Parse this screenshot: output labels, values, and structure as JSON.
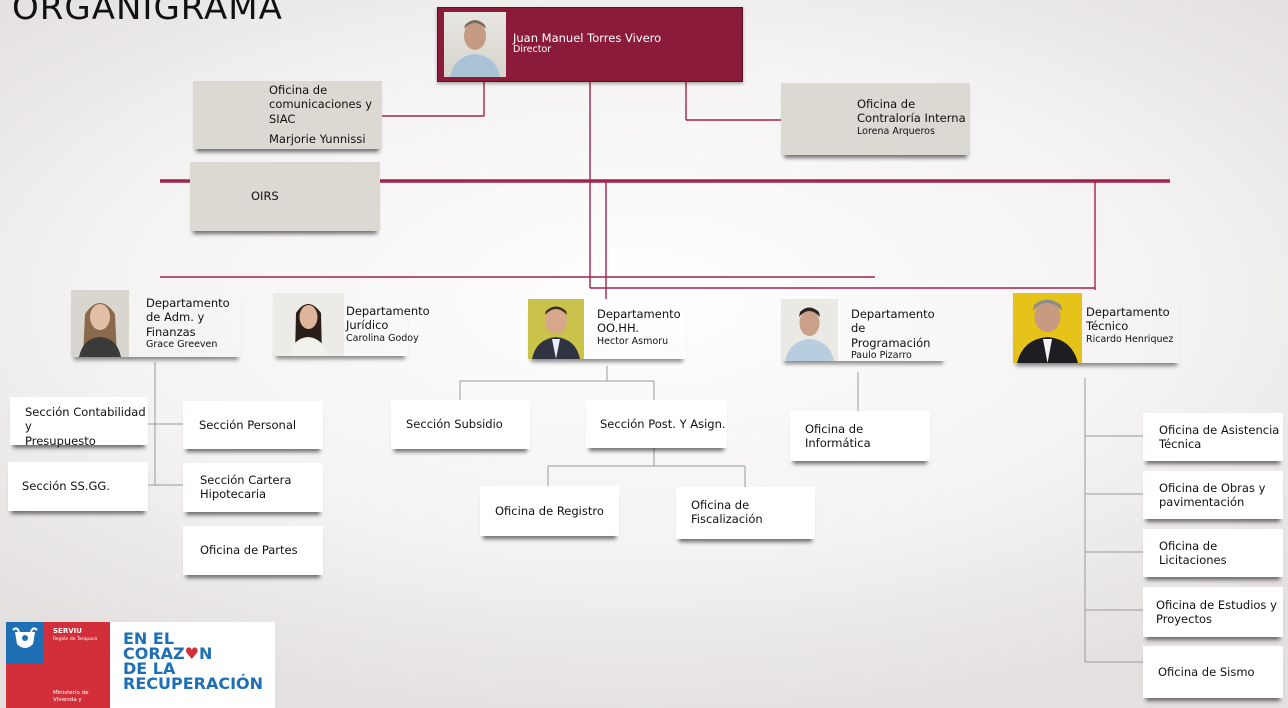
{
  "page": {
    "title": "ORGANIGRAMA"
  },
  "director": {
    "name": "Juan Manuel Torres Vivero",
    "role": "Director"
  },
  "staff": {
    "comunicaciones": {
      "lines": [
        "Oficina de",
        "comunicaciones y",
        "SIAC"
      ],
      "person": "Marjorie Yunnissi"
    },
    "contraloria": {
      "lines": [
        "Oficina de",
        "Contraloría Interna"
      ],
      "person": "Lorena Arqueros"
    },
    "oirs": {
      "label": "OIRS"
    }
  },
  "departments": [
    {
      "lines": [
        "Departamento",
        "de Adm. y",
        "Finanzas"
      ],
      "head": "Grace Greeven"
    },
    {
      "lines": [
        "Departamento",
        "Jurídico"
      ],
      "head": "Carolina Godoy"
    },
    {
      "lines": [
        "Departamento",
        "OO.HH."
      ],
      "head": "Hector Asmoru"
    },
    {
      "lines": [
        "Departamento",
        "de Programación"
      ],
      "head": "Paulo Pizarro"
    },
    {
      "lines": [
        "Departamento",
        "Técnico"
      ],
      "head": "Ricardo Henriquez"
    }
  ],
  "units": {
    "contabilidad": [
      "Sección Contabilidad y",
      "Presupuesto"
    ],
    "ssgg": "Sección SS.GG.",
    "personal": "Sección Personal",
    "cartera": [
      "Sección Cartera",
      "Hipotecaria"
    ],
    "partes": "Oficina de Partes",
    "subsidio": "Sección Subsidio",
    "postulacion": "Sección Post. Y Asign.",
    "registro": "Oficina de Registro",
    "fiscalizacion": [
      "Oficina de",
      "Fiscalización"
    ],
    "informatica": "Oficina de Informática",
    "asistencia": [
      "Oficina de Asistencia",
      "Técnica"
    ],
    "obras": [
      "Oficina de Obras y",
      "pavimentación"
    ],
    "licitaciones": "Oficina de Licitaciones",
    "estudios": [
      "Oficina de Estudios y",
      "Proyectos"
    ],
    "sismo": "Oficina de Sismo"
  },
  "logo": {
    "serviu": "SERVIU",
    "region": "Región de Tarapacá",
    "ministry": [
      "Ministerio de",
      "Vivienda y"
    ],
    "slogan": [
      "EN EL",
      "CORAZ",
      "N",
      "DE LA",
      "RECUPERACIÓN"
    ]
  },
  "colors": {
    "accent": "#8a1c3a",
    "line": "#a3234a",
    "grey_box": "#dcd8d2",
    "logo_blue": "#1f6fb4",
    "logo_red": "#d32f3a"
  }
}
